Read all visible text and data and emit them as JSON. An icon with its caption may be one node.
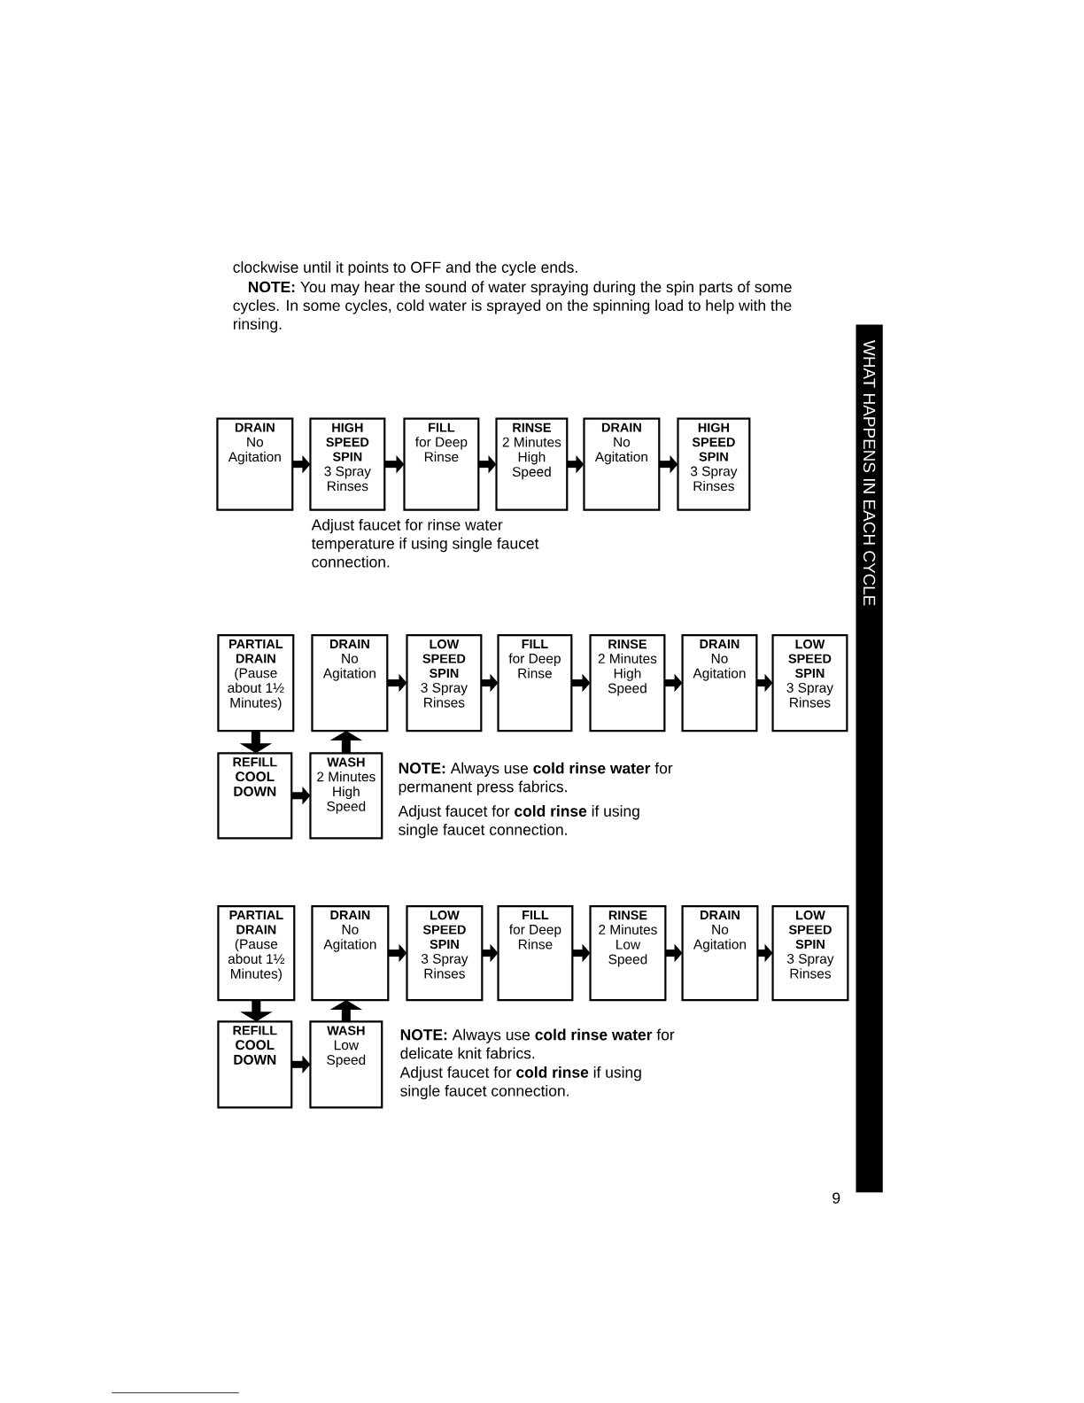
{
  "diagram": {
    "nodes": [
      {
        "text": [
          "DRAIN",
          "No Agitation"
        ]
      },
      {
        "text": [
          "HIGH SPEED SPIN",
          "3 Spray Rinses"
        ]
      },
      {
        "text": [
          "FILL",
          "for Deep Rinse"
        ]
      },
      {
        "text": [
          "RINSE",
          "2 Minutes High Speed"
        ]
      },
      {
        "text": [
          "DRAIN",
          "No Agitation"
        ]
      },
      {
        "text": [
          "HIGH SPEED SPIN",
          "3 Spray Rinses"
        ]
      },
      {
        "text": [
          "PARTIAL DRAIN",
          "(Pause about 1½ Minutes)"
        ]
      },
      {
        "text": [
          "DRAIN",
          "No Agitation"
        ]
      },
      {
        "text": [
          "LOW SPEED SPIN",
          "3 Spray Rinses"
        ]
      },
      {
        "text": [
          "FILL",
          "for Deep Rinse"
        ]
      },
      {
        "text": [
          "RINSE",
          "2 Minutes High Speed"
        ]
      },
      {
        "text": [
          "DRAIN",
          "No Agitation"
        ]
      },
      {
        "text": [
          "LOW SPEED SPIN",
          "3 Spray Rinses"
        ]
      },
      {
        "text": [
          "REFILL",
          "**COOL DOWN**"
        ]
      },
      {
        "text": [
          "WASH",
          "2 Minutes High Speed"
        ]
      },
      {
        "text": [
          "PARTIAL DRAIN",
          "(Pause about 1½ Minutes)"
        ]
      },
      {
        "text": [
          "DRAIN",
          "No Agitation"
        ]
      },
      {
        "text": [
          "LOW SPEED SPIN",
          "3 Spray Rinses"
        ]
      },
      {
        "text": [
          "FILL",
          "for Deep Rinse"
        ]
      },
      {
        "text": [
          "RINSE",
          "2 Minutes Low Speed"
        ]
      },
      {
        "text": [
          "DRAIN",
          "No Agitation"
        ]
      },
      {
        "text": [
          "LOW SPEED SPIN",
          "3 Spray Rinses"
        ]
      },
      {
        "text": [
          "REFILL",
          "**COOL DOWN**"
        ]
      },
      {
        "text": [
          "WASH",
          "Low Speed"
        ]
      }
    ],
    "edges": [
      {
        "from": 0,
        "to": 1,
        "arrow": "to"
      },
      {
        "from": 1,
        "to": 2,
        "arrow": "to"
      },
      {
        "from": 2,
        "to": 3,
        "arrow": "to"
      },
      {
        "from": 3,
        "to": 4,
        "arrow": "to"
      },
      {
        "from": 4,
        "to": 5,
        "arrow": "to"
      },
      {
        "from": 6,
        "to": 13,
        "arrow": "to"
      },
      {
        "from": 13,
        "to": 14,
        "arrow": "to"
      },
      {
        "from": 14,
        "to": 7,
        "arrow": "to"
      },
      {
        "from": 7,
        "to": 8,
        "arrow": "to"
      },
      {
        "from": 8,
        "to": 9,
        "arrow": "to"
      },
      {
        "from": 9,
        "to": 10,
        "arrow": "to"
      },
      {
        "from": 10,
        "to": 11,
        "arrow": "to"
      },
      {
        "from": 11,
        "to": 12,
        "arrow": "to"
      },
      {
        "from": 15,
        "to": 22,
        "arrow": "to"
      },
      {
        "from": 22,
        "to": 23,
        "arrow": "to"
      },
      {
        "from": 23,
        "to": 16,
        "arrow": "to"
      },
      {
        "from": 16,
        "to": 17,
        "arrow": "to"
      },
      {
        "from": 17,
        "to": 18,
        "arrow": "to"
      },
      {
        "from": 18,
        "to": 19,
        "arrow": "to"
      },
      {
        "from": 19,
        "to": 20,
        "arrow": "to"
      },
      {
        "from": 20,
        "to": 21,
        "arrow": "to"
      }
    ],
    "labels": [
      "clockwise until it points to OFF and the cycle ends.",
      "**NOTE:** You may hear the sound of water spraying during the spin parts of some cycles. In some cycles, cold water is sprayed on the spinning load to help with the rinsing.",
      "WHAT HAPPENS IN EACH CYCLE",
      "Adjust faucet for rinse water temperature if using single faucet connection.",
      "**NOTE:** Always use **cold rinse water** for permanent press fabrics.",
      "Adjust faucet for **cold rinse** if using single faucet connection.",
      "**NOTE:** Always use **cold rinse water** for delicate knit fabrics.",
      "Adjust faucet for **cold rinse** if using single faucet connection.",
      "9"
    ]
  }
}
